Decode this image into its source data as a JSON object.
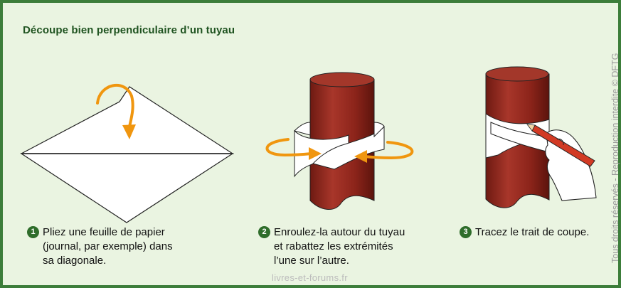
{
  "title": "Découpe bien perpendiculaire d’un tuyau",
  "steps": [
    {
      "number": "1",
      "text": "Pliez une feuille de papier\n(journal, par exemple) dans\nsa diagonale."
    },
    {
      "number": "2",
      "text": "Enroulez-la autour du tuyau\net rabattez les extrémités\nl’une sur l’autre."
    },
    {
      "number": "3",
      "text": "Tracez le trait de coupe."
    }
  ],
  "watermark": "livres-et-forums.fr",
  "copyright": "Tous droits réservés - Reproduction interdite © DFTG",
  "colors": {
    "frame_border": "#3c7d3a",
    "background": "#eaf4e1",
    "pipe": "#8c241a",
    "arrow": "#f0960f",
    "number_badge": "#2f6d2b"
  },
  "icons": {
    "paper": "folded-paper-icon",
    "pipe": "pipe-icon",
    "hand": "hand-with-pencil-icon",
    "arrow": "curved-arrow-icon"
  }
}
